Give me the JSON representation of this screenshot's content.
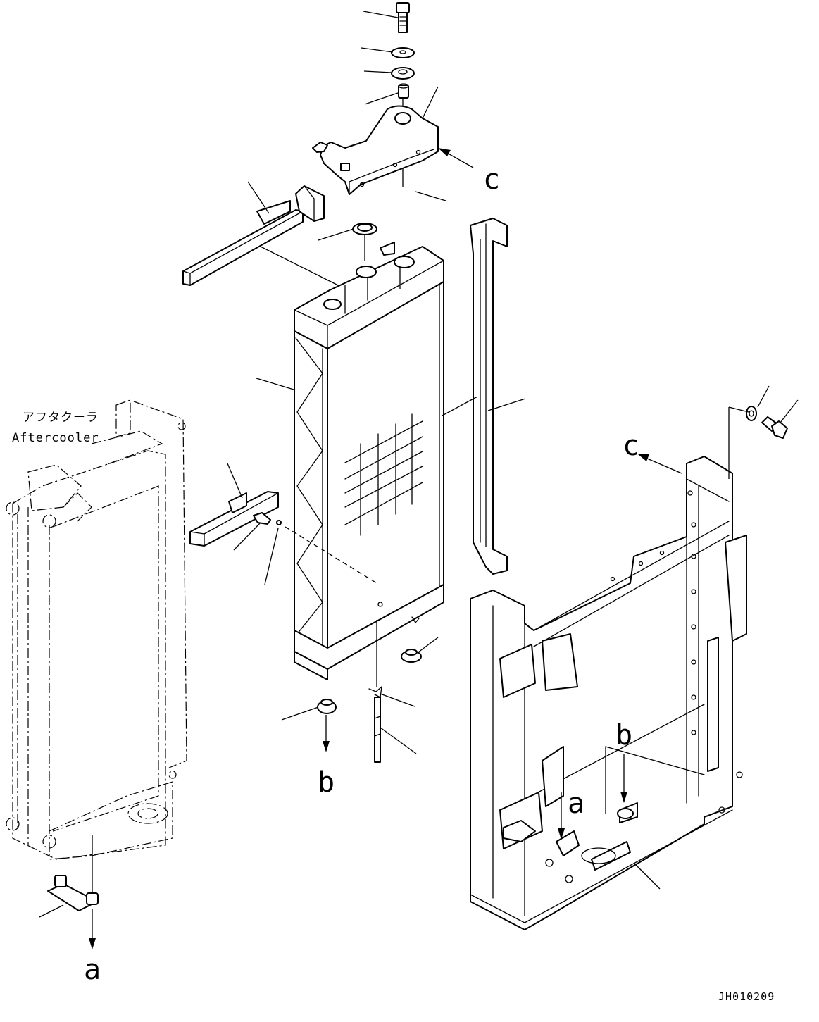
{
  "labels": {
    "view_c_top": "c",
    "view_c_frame": "c",
    "view_b_radiator": "b",
    "view_b_frame": "b",
    "view_a_aftercooler": "a",
    "view_a_frame": "a"
  },
  "aftercooler": {
    "label_jp": "アフタクーラ",
    "label_en": "Aftercooler"
  },
  "drawing_code": "JH010209"
}
